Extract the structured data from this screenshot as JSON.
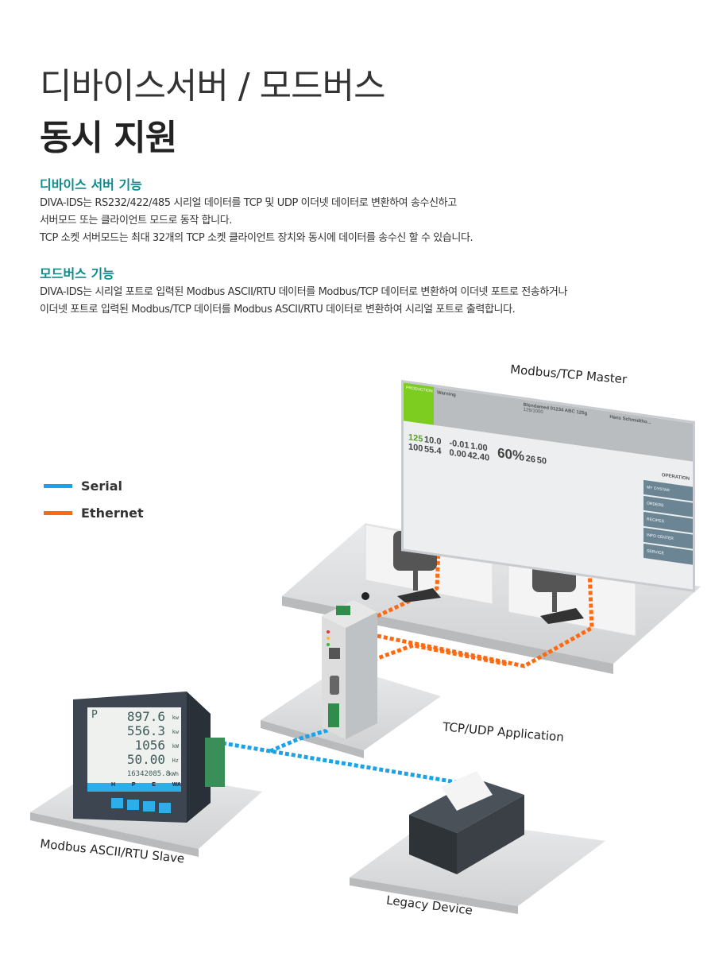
{
  "title": {
    "line1": "디바이스서버 / 모드버스",
    "line2": "동시 지원"
  },
  "device_server": {
    "heading": "디바이스 서버 기능",
    "lines": [
      "DIVA-IDS는 RS232/422/485 시리얼 데이터를 TCP 및 UDP 이더넷 데이터로 변환하여 송수신하고",
      "서버모드 또는 클라이언트 모드로 동작 합니다.",
      "TCP 소켓 서버모드는 최대 32개의 TCP 소켓 클라이언트 장치와 동시에 데이터를 송수신 할 수 있습니다."
    ]
  },
  "modbus": {
    "heading": "모드버스 기능",
    "lines": [
      "DIVA-IDS는 시리얼 포트로 입력된 Modbus ASCII/RTU 데이터를 Modbus/TCP 데이터로 변환하여 이더넷 포트로 전송하거나",
      "이더넷 포트로 입력된 Modbus/TCP 데이터를 Modbus ASCII/RTU 데이터로 변환하여 시리얼 포트로 출력합니다."
    ]
  },
  "legend": [
    {
      "label": "Serial",
      "color": "#1aa3e8"
    },
    {
      "label": "Ethernet",
      "color": "#ff6a10"
    }
  ],
  "labels": {
    "master": "Modbus/TCP Master",
    "app": "TCP/UDP Application",
    "slave": "Modbus ASCII/RTU Slave",
    "legacy": "Legacy Device"
  },
  "hmi": {
    "production": "PRODUCTION",
    "warning": "Warning",
    "recipe": "Blendamed 01234 ABC 125g",
    "pieces": "126/1000",
    "operator": "Hans Schmidtho...",
    "speed": [
      "125",
      "100",
      "10.0",
      "55.4"
    ],
    "pressure": [
      "-0.01",
      "0.00",
      "1.00",
      "42.40"
    ],
    "percent": "60%",
    "counts": [
      "26",
      "50"
    ],
    "operation": "OPERATION",
    "menu": [
      "MY OYSTAR",
      "ORDERS",
      "RECIPES",
      "INFO CENTER",
      "SERVICE"
    ]
  },
  "meter": {
    "mode": "P",
    "rows": [
      {
        "v": "897.6",
        "u": "kw"
      },
      {
        "v": "556.3",
        "u": "kw"
      },
      {
        "v": "1056",
        "u": "kW"
      },
      {
        "v": "50.00",
        "u": "Hz"
      }
    ],
    "energy": "16342085.8",
    "energy_unit": "kWh",
    "keys": [
      "H",
      "P",
      "E",
      "WA"
    ]
  }
}
